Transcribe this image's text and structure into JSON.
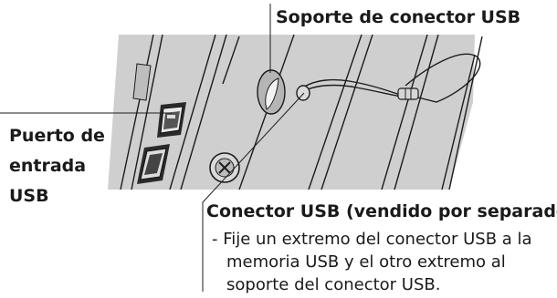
{
  "labels": {
    "usb_connector_holder": "Soporte de conector USB",
    "usb_input_port_line1": "Puerto de",
    "usb_input_port_line2": "entrada",
    "usb_input_port_line3": "USB",
    "usb_connector": "Conector USB (vendido por separado)"
  },
  "instruction": "- Fije un extremo del conector USB a la memoria USB y el otro extremo al soporte del conector USB."
}
